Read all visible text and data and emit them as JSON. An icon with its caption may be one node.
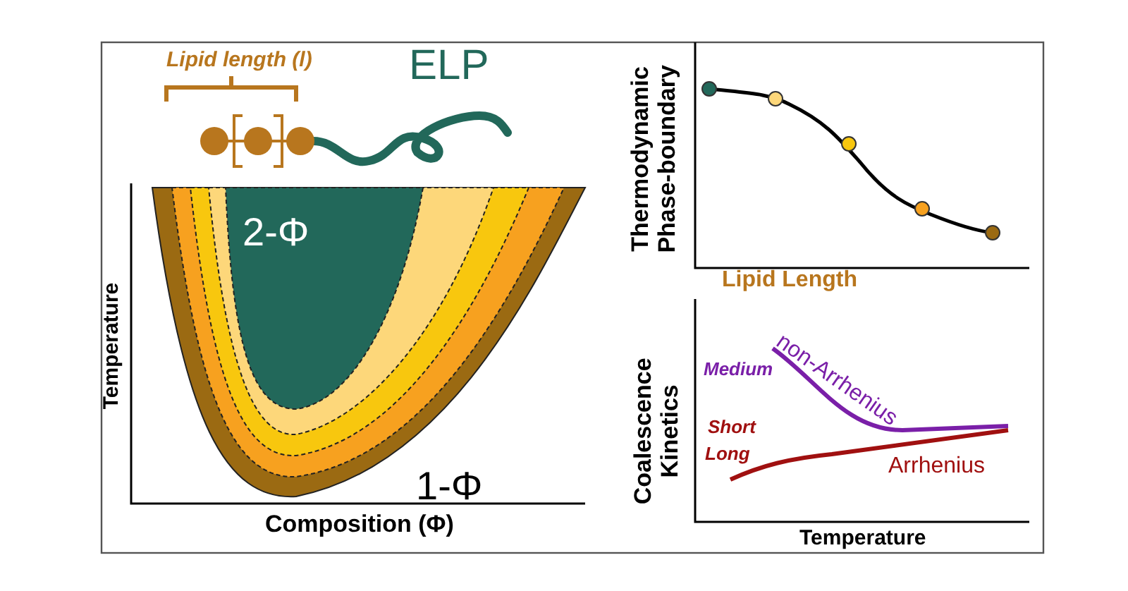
{
  "diagram": {
    "labels": [
      "Lipid length (l)",
      "ELP",
      "2-Φ",
      "1-Φ",
      "Temperature",
      "Composition (Φ)",
      "Thermodynamic Phase-boundary",
      "Lipid Length",
      "Medium",
      "non-Arrhenius",
      "Short",
      "Long",
      "Arrhenius",
      "Coalescence Kinetics",
      "Temperature"
    ]
  }
}
